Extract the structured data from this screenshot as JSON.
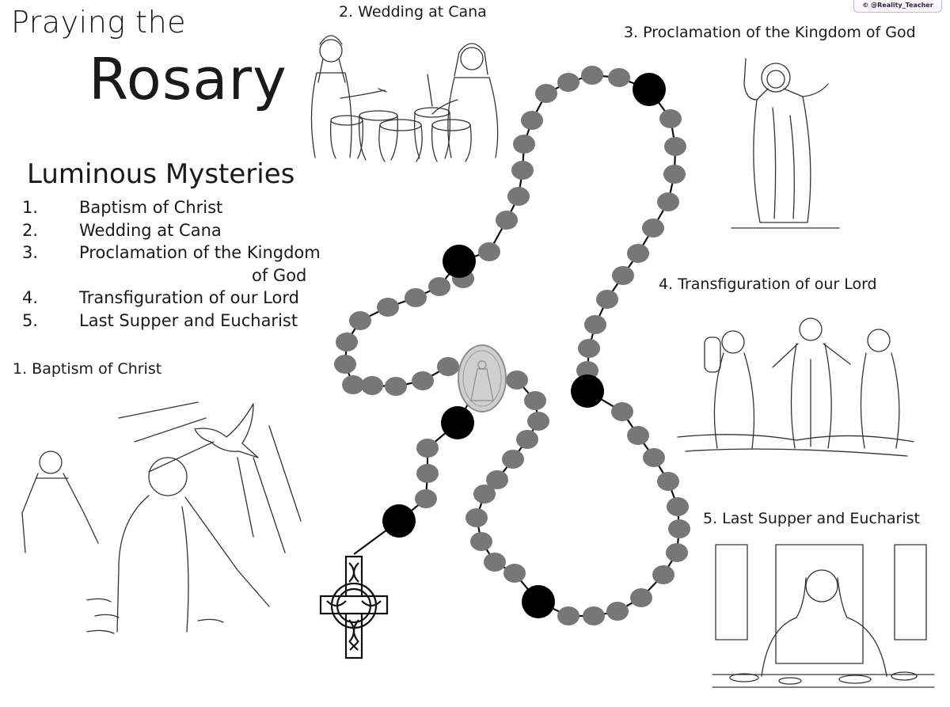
{
  "watermark": "© @Reality_Teacher",
  "title": {
    "line1": "Praying the",
    "line2": "Rosary"
  },
  "section_heading": "Luminous Mysteries",
  "mysteries": [
    {
      "num": "1.",
      "text": "Baptism of Christ"
    },
    {
      "num": "2.",
      "text": "Wedding at Cana"
    },
    {
      "num": "3.",
      "text": "Proclamation of the Kingdom",
      "continuation": "of God"
    },
    {
      "num": "4.",
      "text": "Transfiguration of our Lord"
    },
    {
      "num": "5.",
      "text": "Last Supper and Eucharist"
    }
  ],
  "captions": {
    "baptism": "1. Baptism of Christ",
    "cana": "2. Wedding at Cana",
    "proclamation": "3. Proclamation of the Kingdom of God",
    "transfiguration": "4. Transfiguration of our Lord",
    "supper": "5. Last Supper and Eucharist"
  },
  "colors": {
    "bead": "#777777",
    "big_bead": "#000000",
    "ink": "#1a1a1a",
    "medal": "#cfcfcf"
  },
  "icons": [
    "rosary-chain-icon",
    "miraculous-medal-icon",
    "celtic-cross-icon",
    "dove-icon"
  ]
}
